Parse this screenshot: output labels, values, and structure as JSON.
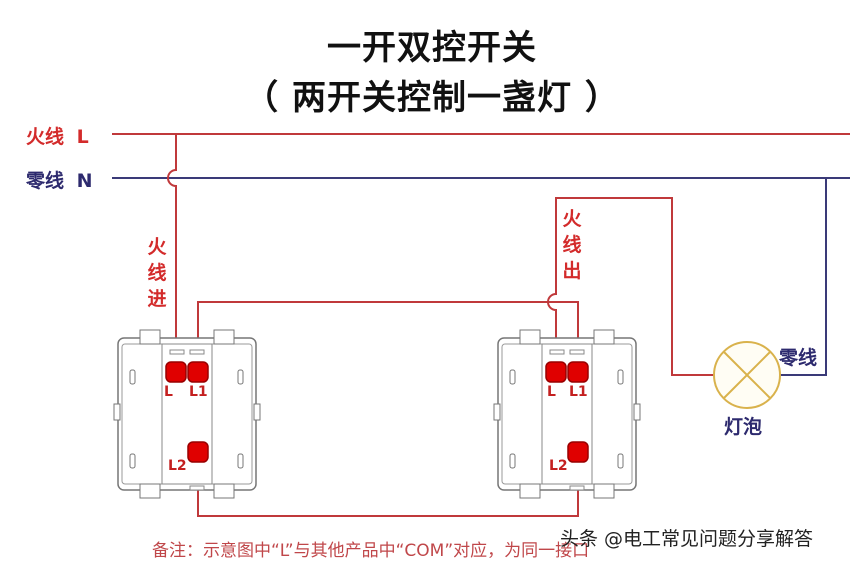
{
  "title": {
    "line1": "一开双控开关",
    "line2": "（ 两开关控制一盏灯 ）"
  },
  "mains": {
    "live_label": "火线",
    "live_letter": "L",
    "neutral_label": "零线",
    "neutral_letter": "N"
  },
  "labels": {
    "live_in": "火线进",
    "live_out": "火线出",
    "lamp": "灯泡",
    "lamp_neutral": "零线"
  },
  "switches": [
    {
      "name": "switch-1",
      "terminals": [
        "L",
        "L1",
        "L2"
      ]
    },
    {
      "name": "switch-2",
      "terminals": [
        "L",
        "L1",
        "L2"
      ]
    }
  ],
  "note": "备注：示意图中“L”与其他产品中“COM”对应，为同一接口",
  "watermark": "头条 @电工常见问题分享解答",
  "colors": {
    "live_wire": "#c0393b",
    "neutral_wire": "#3a3a78",
    "terminal": "#e00000",
    "lamp": "#d9b24c",
    "switch_outline": "#777777"
  }
}
